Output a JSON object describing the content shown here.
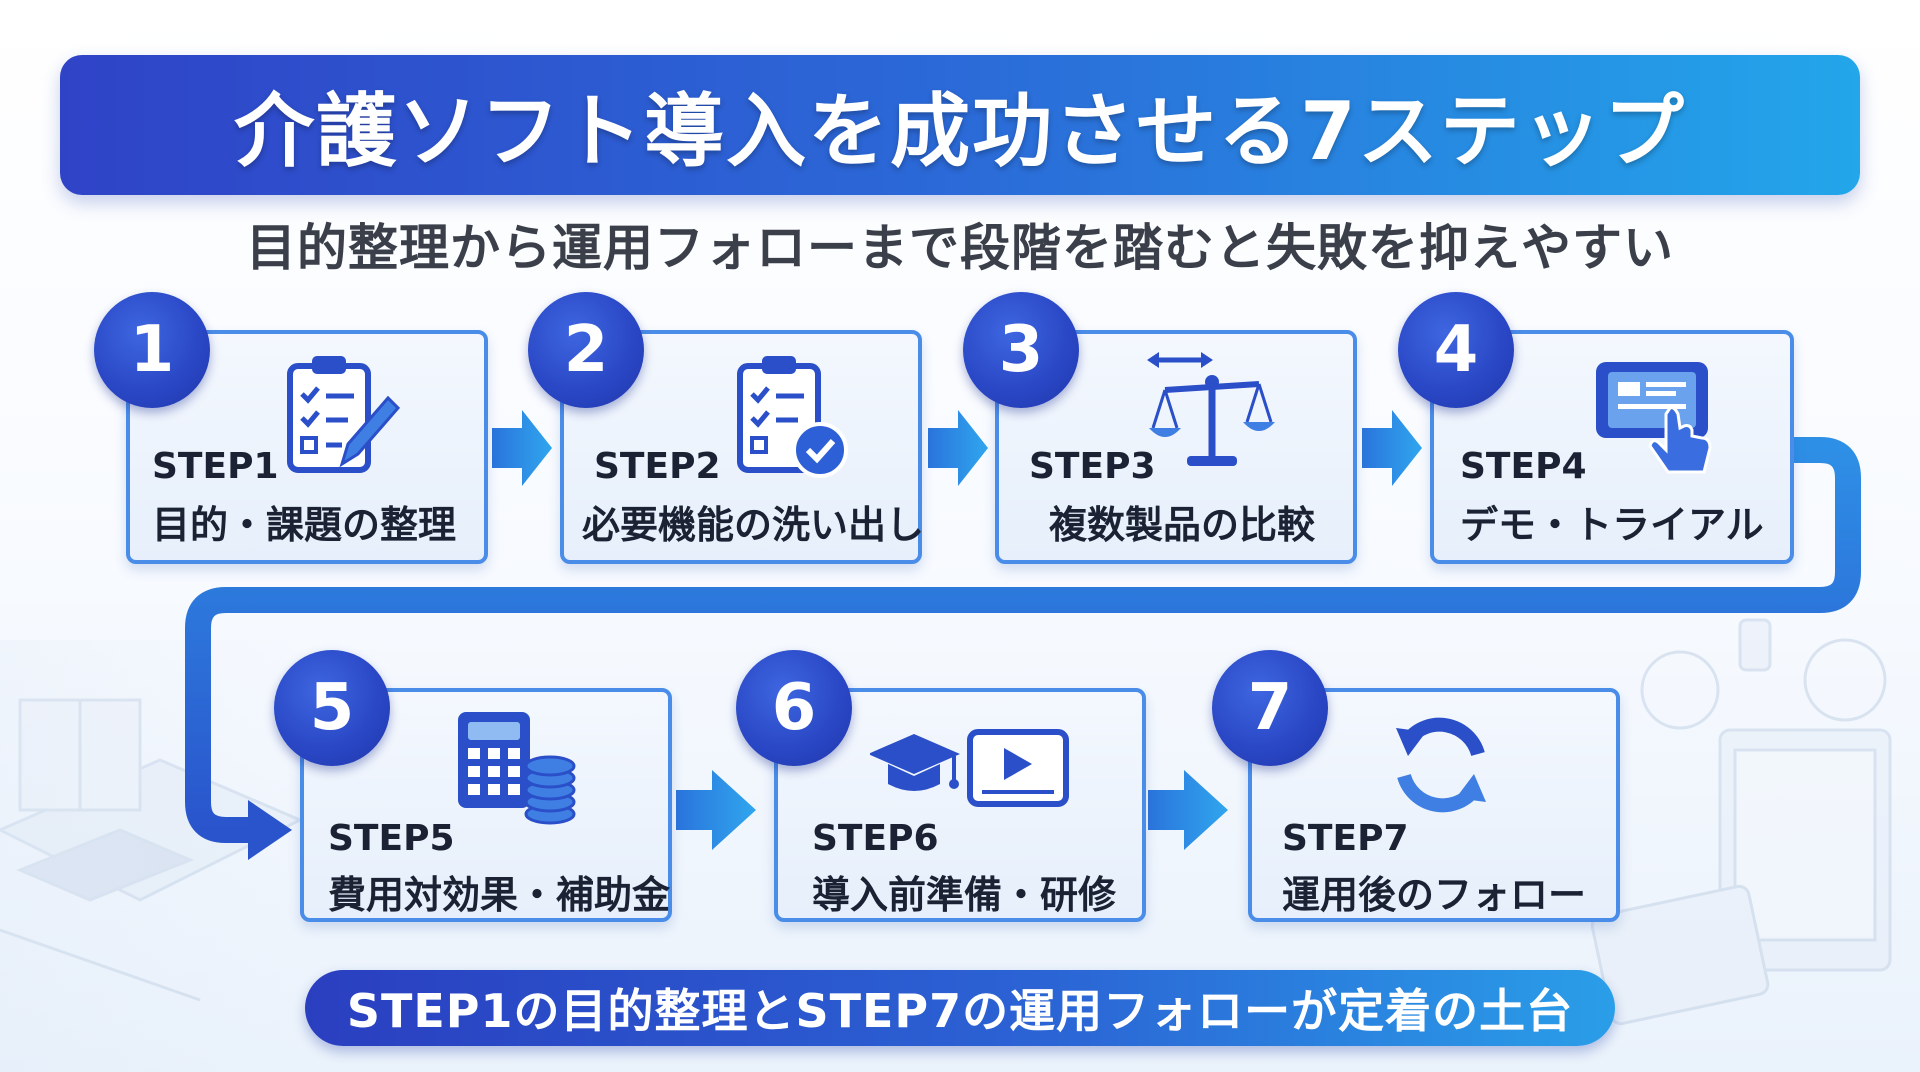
{
  "title": "介護ソフト導入を成功させる7ステップ",
  "subtitle": "目的整理から運用フォローまで段階を踏むと失敗を抑えやすい",
  "steps": [
    {
      "number": "1",
      "label": "STEP1",
      "title": "目的・課題の整理",
      "icon": "clipboard-pencil-icon"
    },
    {
      "number": "2",
      "label": "STEP2",
      "title": "必要機能の洗い出し",
      "icon": "checklist-check-icon"
    },
    {
      "number": "3",
      "label": "STEP3",
      "title": "複数製品の比較",
      "icon": "balance-scale-icon"
    },
    {
      "number": "4",
      "label": "STEP4",
      "title": "デモ・トライアル",
      "icon": "tablet-touch-icon"
    },
    {
      "number": "5",
      "label": "STEP5",
      "title": "費用対効果・補助金",
      "icon": "calculator-coins-icon"
    },
    {
      "number": "6",
      "label": "STEP6",
      "title": "導入前準備・研修",
      "icon": "graduation-video-icon"
    },
    {
      "number": "7",
      "label": "STEP7",
      "title": "運用後のフォロー",
      "icon": "refresh-cycle-icon"
    }
  ],
  "footer": "STEP1の目的整理とSTEP7の運用フォローが定着の土台",
  "colors": {
    "primary": "#2a44c4",
    "accent": "#2a9ee8",
    "card_border": "#4a8de8",
    "arrow": "#2b8ae4"
  }
}
